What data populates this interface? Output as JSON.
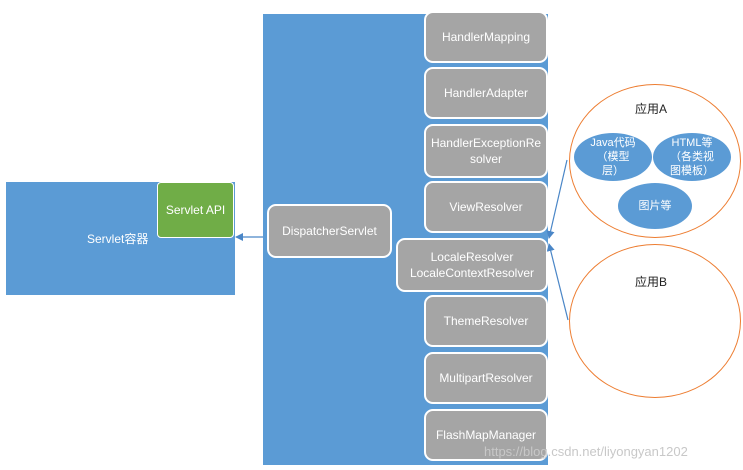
{
  "servlet_container": {
    "label": "Servlet容器",
    "api_label": "Servlet API"
  },
  "dispatcher": {
    "label": "DispatcherServlet"
  },
  "components": [
    {
      "label": "HandlerMapping"
    },
    {
      "label": "HandlerAdapter"
    },
    {
      "label": "HandlerExceptionRe\nsolver"
    },
    {
      "label": "ViewResolver"
    },
    {
      "label": "LocaleResolver\nLocaleContextResolver"
    },
    {
      "label": "ThemeResolver"
    },
    {
      "label": "MultipartResolver"
    },
    {
      "label": "FlashMapManager"
    }
  ],
  "app_a": {
    "label": "应用A",
    "items": [
      {
        "label": "Java代码\n（模型\n层）"
      },
      {
        "label": "HTML等\n（各类视\n图模板）"
      },
      {
        "label": "图片等"
      }
    ]
  },
  "app_b": {
    "label": "应用B"
  },
  "watermark": "https://blog.csdn.net/liyongyan1202",
  "colors": {
    "container": "#5b9bd5",
    "component": "#a5a5a5",
    "api": "#70ad47",
    "app_border": "#ed7d31"
  }
}
